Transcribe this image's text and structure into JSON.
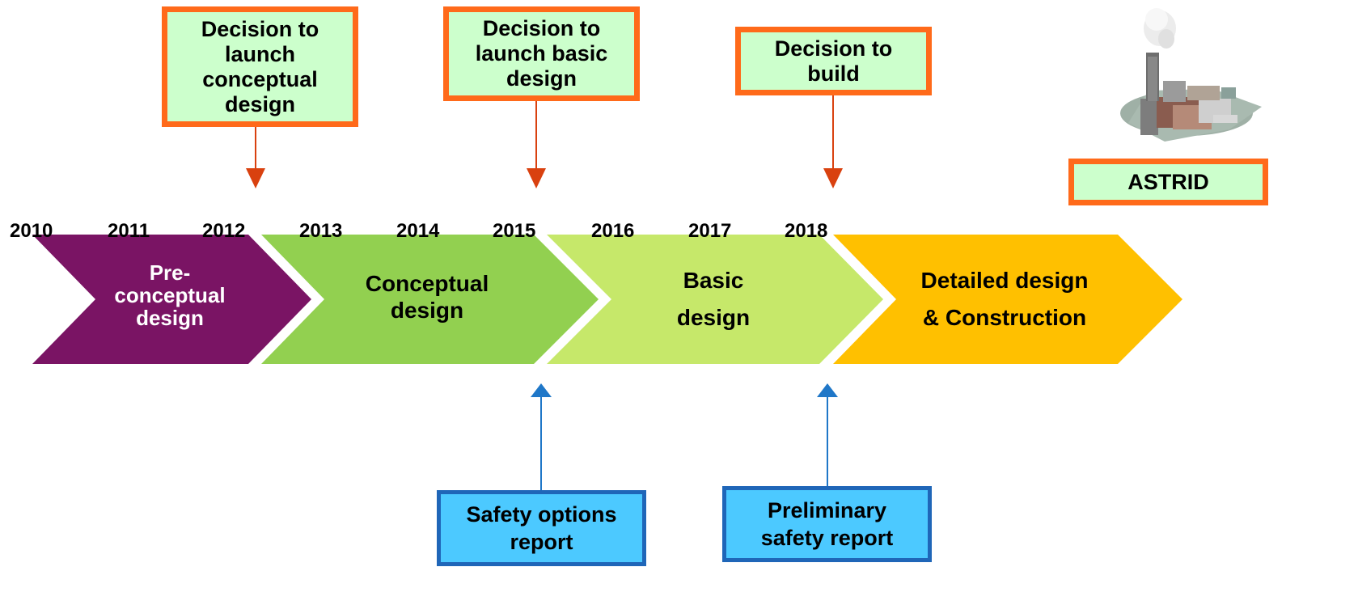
{
  "years": [
    "2010",
    "2011",
    "2012",
    "2013",
    "2014",
    "2015",
    "2016",
    "2017",
    "2018"
  ],
  "phases": [
    {
      "label": "Pre-\nconceptual\ndesign",
      "color": "#7a1464",
      "text_color": "#ffffff"
    },
    {
      "label": "Conceptual\ndesign",
      "color": "#92d050",
      "text_color": "#000000"
    },
    {
      "label": "Basic\ndesign",
      "color": "#c6e86a",
      "text_color": "#000000"
    },
    {
      "label": "Detailed design\n& Construction",
      "color": "#ffc000",
      "text_color": "#000000"
    }
  ],
  "decisions": [
    {
      "label": "Decision to\nlaunch\nconceptual\ndesign"
    },
    {
      "label": "Decision to\nlaunch basic\ndesign"
    },
    {
      "label": "Decision to\nbuild"
    }
  ],
  "reports": [
    {
      "label": "Safety options\nreport"
    },
    {
      "label": "Preliminary\nsafety report"
    }
  ],
  "astrid": {
    "label": "ASTRID",
    "icon": "reactor-plant-icon"
  },
  "colors": {
    "decision_border": "#ff6a1a",
    "decision_fill": "#ccffcc",
    "decision_arrow": "#d9410f",
    "report_border": "#1f66b8",
    "report_fill": "#4cc9ff",
    "report_arrow": "#1f77c8"
  }
}
